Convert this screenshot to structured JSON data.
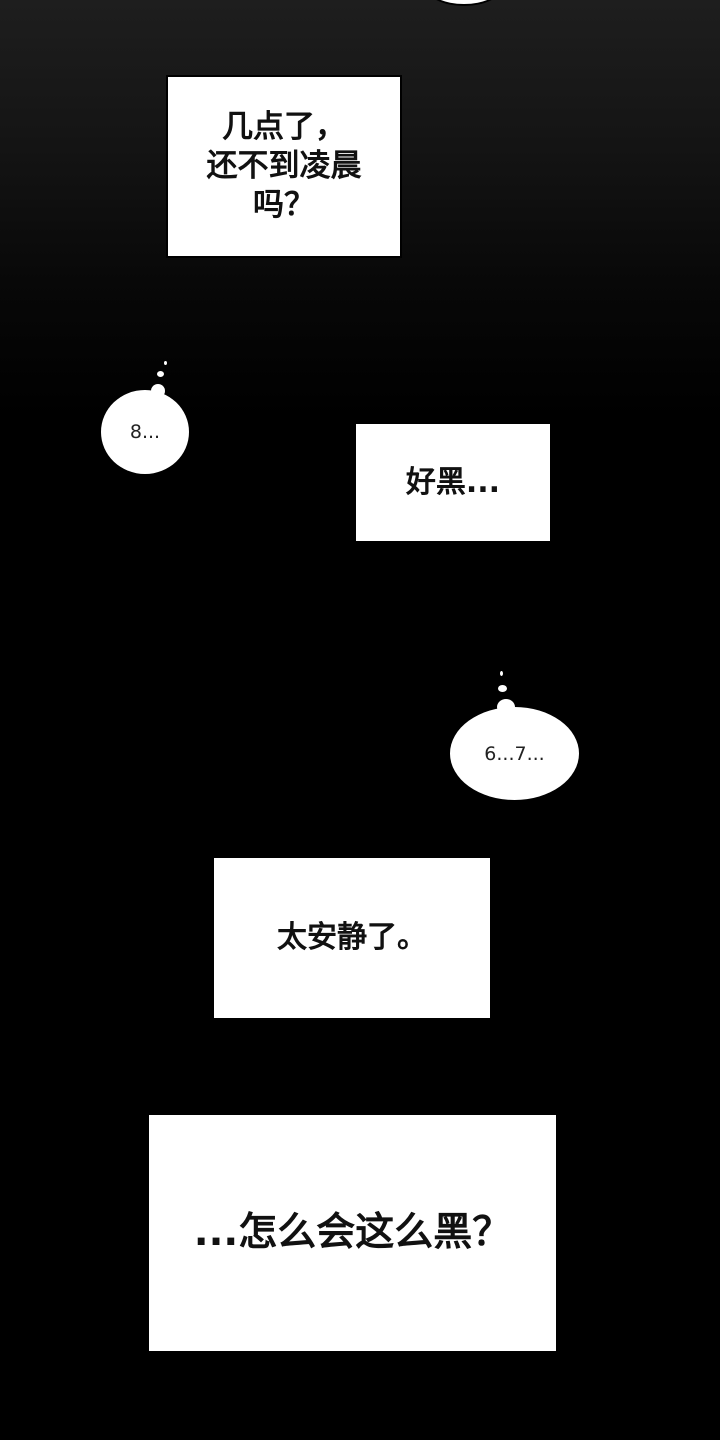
{
  "panels": {
    "caption_1": {
      "text": "几点了，\n还不到凌晨\n吗？"
    },
    "thought_1": {
      "text": "8..."
    },
    "caption_2": {
      "text": "好黑..."
    },
    "thought_2": {
      "text": "6...7..."
    },
    "caption_3": {
      "text": "太安静了。"
    },
    "caption_4": {
      "text": "...怎么会这么黑？"
    }
  },
  "colors": {
    "background": "#000000",
    "box_fill": "#ffffff",
    "text": "#111111"
  }
}
